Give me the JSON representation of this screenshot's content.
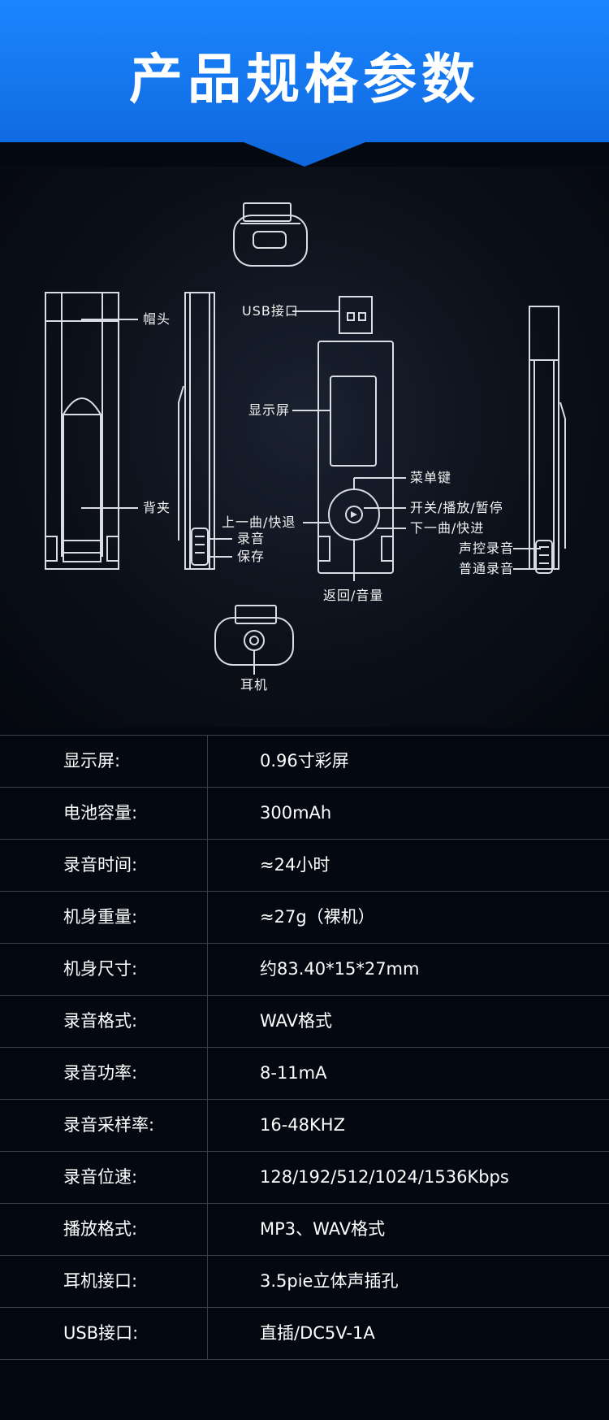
{
  "header": {
    "title": "产品规格参数",
    "color": "#1473e6"
  },
  "diagram": {
    "labels": {
      "cap": "帽头",
      "clip": "背夹",
      "usb_port": "USB接口",
      "display": "显示屏",
      "menu_key": "菜单键",
      "power_play_pause": "开关/播放/暂停",
      "prev_rewind": "上一曲/快退",
      "next_forward": "下一曲/快进",
      "record": "录音",
      "save": "保存",
      "voice_record": "声控录音",
      "normal_record": "普通录音",
      "back_volume": "返回/音量",
      "earphone": "耳机"
    }
  },
  "specs": [
    {
      "key": "显示屏:",
      "value": "0.96寸彩屏"
    },
    {
      "key": "电池容量:",
      "value": "300mAh"
    },
    {
      "key": "录音时间:",
      "value": "≈24小时"
    },
    {
      "key": "机身重量:",
      "value": "≈27g（裸机）"
    },
    {
      "key": "机身尺寸:",
      "value": "约83.40*15*27mm"
    },
    {
      "key": "录音格式:",
      "value": "WAV格式"
    },
    {
      "key": "录音功率:",
      "value": "8-11mA"
    },
    {
      "key": "录音采样率:",
      "value": "16-48KHZ"
    },
    {
      "key": "录音位速:",
      "value": "128/192/512/1024/1536Kbps"
    },
    {
      "key": "播放格式:",
      "value": "MP3、WAV格式"
    },
    {
      "key": "耳机接口:",
      "value": "3.5pie立体声插孔"
    },
    {
      "key": "USB接口:",
      "value": "直插/DC5V-1A"
    }
  ]
}
